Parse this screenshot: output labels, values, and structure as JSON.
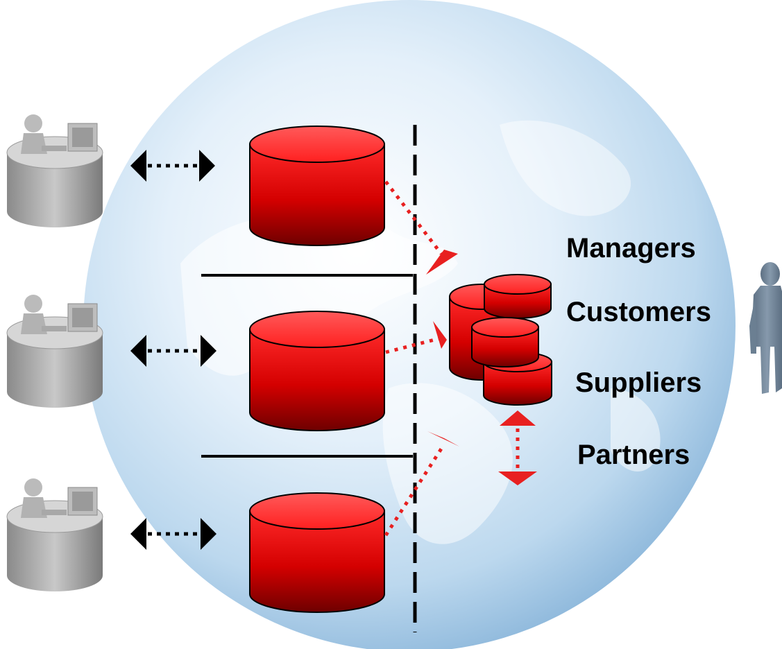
{
  "labels": {
    "managers": "Managers",
    "customers": "Customers",
    "suppliers": "Suppliers",
    "partners": "Partners"
  },
  "colors": {
    "database_red": "#e01010",
    "database_top": "#ff3b3b",
    "database_dark": "#7a0000",
    "arrow_red": "#e82020",
    "globe_blue": "#bcd8ee",
    "person_gray": "#73879a",
    "line_black": "#000000"
  },
  "icons": {
    "workstation": "user-at-computer-icon",
    "database": "database-cylinder-icon",
    "user": "standing-person-icon",
    "background": "globe-icon"
  }
}
